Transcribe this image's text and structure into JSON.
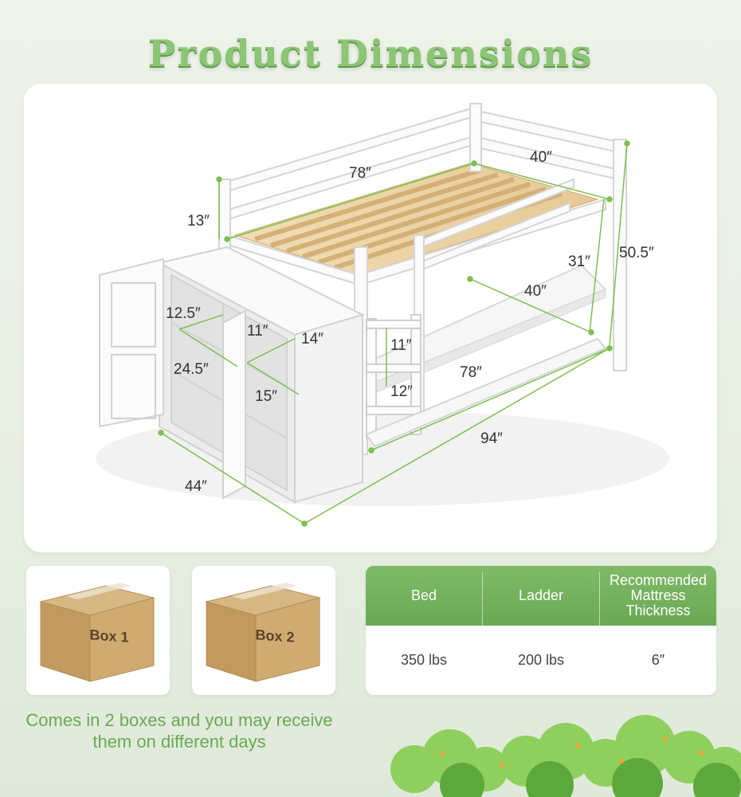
{
  "title": "Product Dimensions",
  "dimensions": {
    "top_length": "78″",
    "top_width": "40″",
    "guard_height": "13″",
    "total_height": "50.5″",
    "lower_height": "31″",
    "bottom_width": "40″",
    "bottom_length": "78″",
    "total_length": "94″",
    "cabinet_width": "44″",
    "shelf_width": "12.5″",
    "shelf_depth": "24.5″",
    "shelf_height_top": "11″",
    "shelf_width_right": "14″",
    "shelf_height_mid": "15″",
    "ladder_step_top": "11″",
    "ladder_step_bottom": "12″"
  },
  "boxes": [
    {
      "label": "Box 1"
    },
    {
      "label": "Box 2"
    }
  ],
  "table": {
    "headers": [
      "Bed",
      "Ladder",
      "Recommended Mattress Thickness"
    ],
    "values": [
      "350 lbs",
      "200 lbs",
      "6″"
    ]
  },
  "note": "Comes in 2 boxes and you may receive them on different days",
  "colors": {
    "accent": "#6aa954",
    "title": "#8cc574",
    "dimension_line": "#7cc04f",
    "box": "#c9a36b"
  }
}
